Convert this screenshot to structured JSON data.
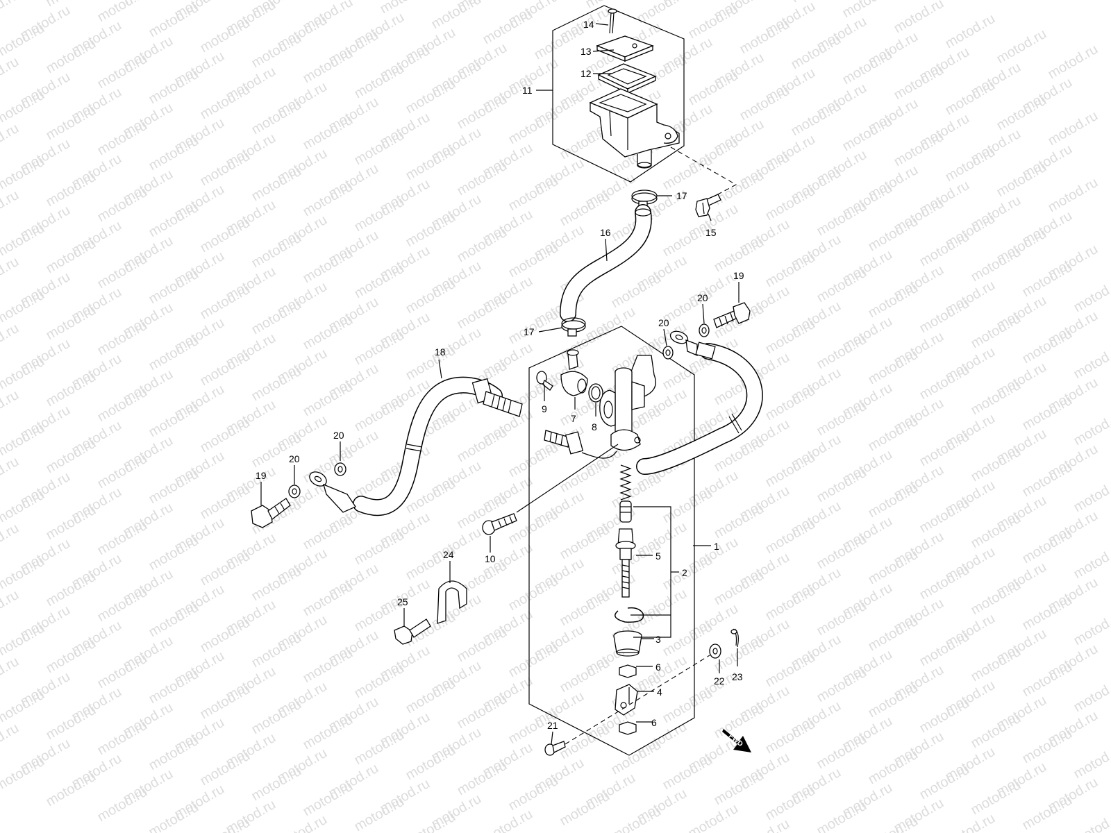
{
  "watermark": "motod.ru",
  "direction_label": "FWD",
  "callouts": [
    {
      "id": "c1",
      "text": "1"
    },
    {
      "id": "c2",
      "text": "2"
    },
    {
      "id": "c3",
      "text": "3"
    },
    {
      "id": "c4",
      "text": "4"
    },
    {
      "id": "c5",
      "text": "5"
    },
    {
      "id": "c6a",
      "text": "6"
    },
    {
      "id": "c6b",
      "text": "6"
    },
    {
      "id": "c7",
      "text": "7"
    },
    {
      "id": "c8",
      "text": "8"
    },
    {
      "id": "c9",
      "text": "9"
    },
    {
      "id": "c10",
      "text": "10"
    },
    {
      "id": "c11",
      "text": "11"
    },
    {
      "id": "c12",
      "text": "12"
    },
    {
      "id": "c13",
      "text": "13"
    },
    {
      "id": "c14",
      "text": "14"
    },
    {
      "id": "c15",
      "text": "15"
    },
    {
      "id": "c16",
      "text": "16"
    },
    {
      "id": "c17a",
      "text": "17"
    },
    {
      "id": "c17b",
      "text": "17"
    },
    {
      "id": "c18",
      "text": "18"
    },
    {
      "id": "c19a",
      "text": "19"
    },
    {
      "id": "c19b",
      "text": "19"
    },
    {
      "id": "c20a",
      "text": "20"
    },
    {
      "id": "c20b",
      "text": "20"
    },
    {
      "id": "c20c",
      "text": "20"
    },
    {
      "id": "c20d",
      "text": "20"
    },
    {
      "id": "c21",
      "text": "21"
    },
    {
      "id": "c22",
      "text": "22"
    },
    {
      "id": "c23",
      "text": "23"
    },
    {
      "id": "c24",
      "text": "24"
    },
    {
      "id": "c25",
      "text": "25"
    }
  ]
}
